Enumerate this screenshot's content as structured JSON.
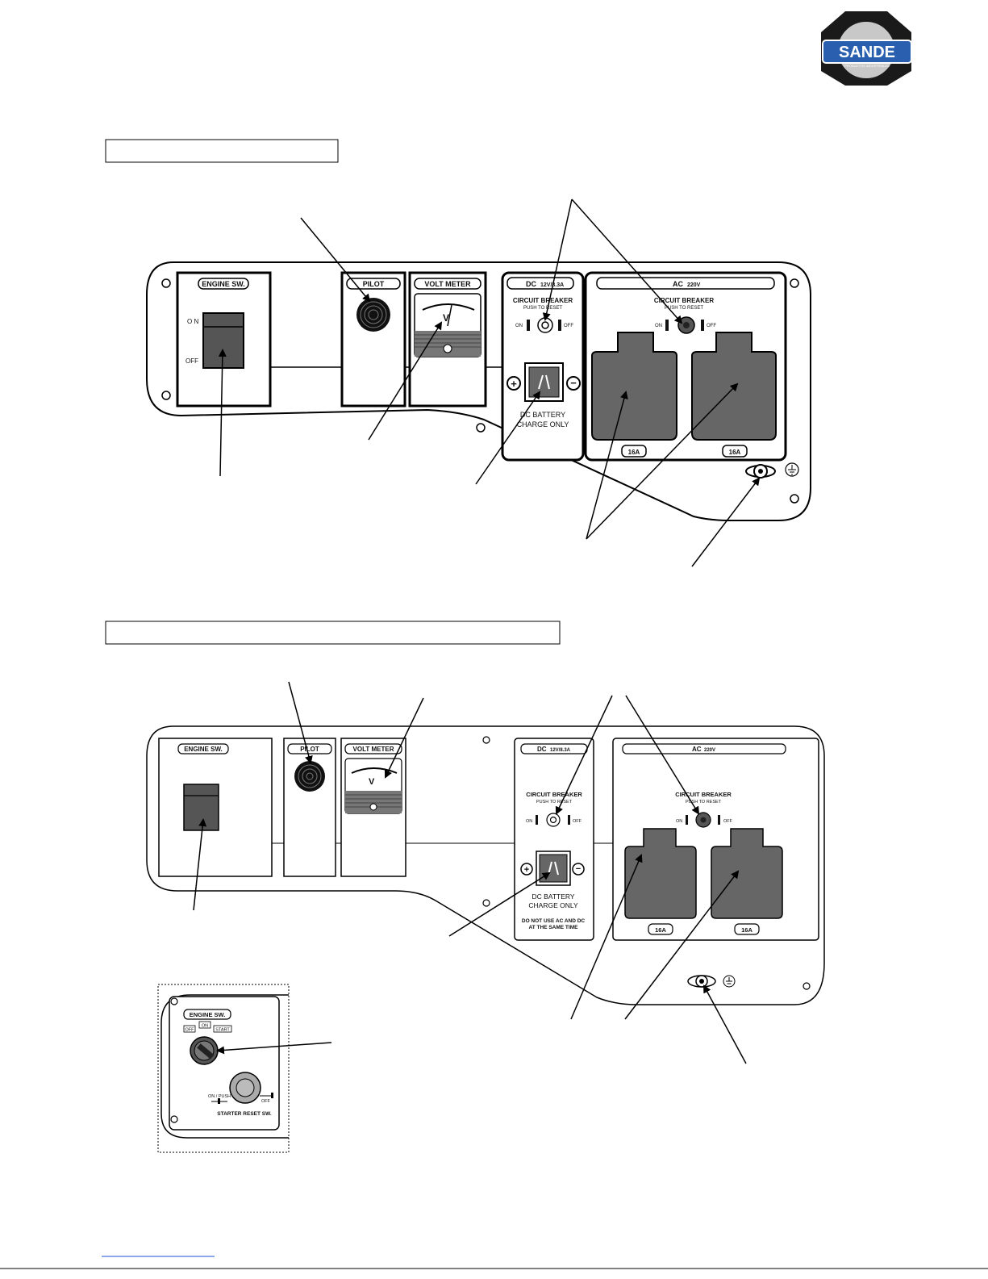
{
  "brand": {
    "logo_text": "SANDE",
    "logo_tagline": "PRODUCTOS INDUSTRIALES",
    "colors": {
      "outer": "#1a1a1a",
      "band": "#2a5fb0",
      "ring": "#c8c8c8"
    }
  },
  "section1": {
    "heading": ""
  },
  "section2": {
    "heading": ""
  },
  "panel1": {
    "engine_label": "ENGINE SW.",
    "engine_on": "O N",
    "engine_off": "OFF",
    "pilot_label": "PILOT",
    "volt_label": "VOLT METER",
    "volt_unit": "V",
    "dc_label": "DC",
    "dc_rating": "12V/8.3A",
    "dc_breaker": "CIRCUIT BREAKER",
    "dc_reset": "PUSH TO RESET",
    "on": "ON",
    "off": "OFF",
    "dc_batt1": "DC BATTERY",
    "dc_batt2": "CHARGE ONLY",
    "ac_label": "AC",
    "ac_voltage": "220V",
    "ac_breaker": "CIRCUIT BREAKER",
    "ac_reset": "PUSH TO RESET",
    "socket1": "16A",
    "socket2": "16A"
  },
  "panel2": {
    "engine_label": "ENGINE SW.",
    "pilot_label": "PILOT",
    "volt_label": "VOLT METER",
    "volt_unit": "V",
    "dc_label": "DC",
    "dc_rating": "12V/8.3A",
    "dc_breaker": "CIRCUIT BREAKER",
    "dc_reset": "PUSH TO RESET",
    "on": "ON",
    "off": "OFF",
    "dc_batt1": "DC BATTERY",
    "dc_batt2": "CHARGE ONLY",
    "dc_warn1": "DO NOT USE AC AND DC",
    "dc_warn2": "AT THE SAME TIME",
    "ac_label": "AC",
    "ac_voltage": "220V",
    "ac_breaker": "CIRCUIT BREAKER",
    "ac_reset": "PUSH TO RESET",
    "socket1": "16A",
    "socket2": "16A"
  },
  "inset": {
    "engine_label": "ENGINE SW.",
    "pos_off": "OFF",
    "pos_on": "ON",
    "pos_start": "START",
    "reset_on": "ON / PUSH",
    "reset_off": "OFF",
    "reset_label": "STARTER RESET SW."
  },
  "footer": {
    "link": ""
  }
}
